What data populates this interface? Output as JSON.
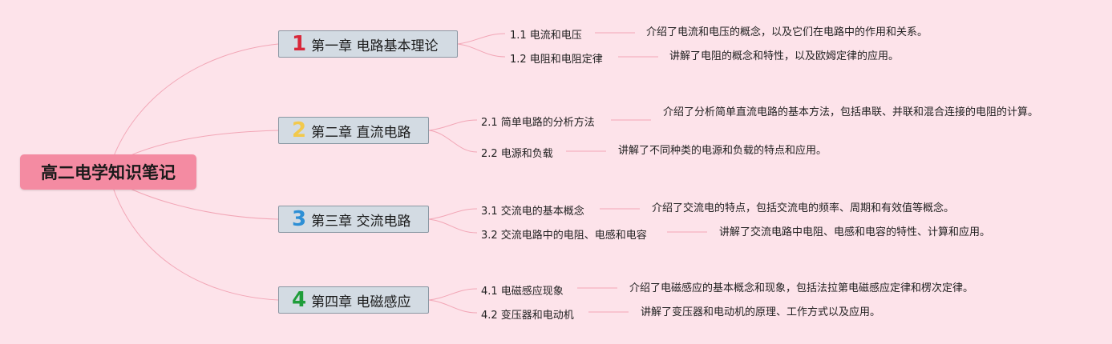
{
  "root": {
    "title": "高二电学知识笔记"
  },
  "chapters": [
    {
      "num": "1",
      "num_color": "#d8283a",
      "label": "第一章 电路基本理论",
      "sections": [
        {
          "title": "1.1 电流和电压",
          "desc": "介绍了电流和电压的概念，以及它们在电路中的作用和关系。"
        },
        {
          "title": "1.2 电阻和电阻定律",
          "desc": "讲解了电阻的概念和特性，以及欧姆定律的应用。"
        }
      ]
    },
    {
      "num": "2",
      "num_color": "#f2c94c",
      "label": "第二章 直流电路",
      "sections": [
        {
          "title": "2.1 简单电路的分析方法",
          "desc": "介绍了分析简单直流电路的基本方法，包括串联、并联和混合连接的电阻的计算。"
        },
        {
          "title": "2.2 电源和负载",
          "desc": "讲解了不同种类的电源和负载的特点和应用。"
        }
      ]
    },
    {
      "num": "3",
      "num_color": "#2d8fd5",
      "label": "第三章 交流电路",
      "sections": [
        {
          "title": "3.1 交流电的基本概念",
          "desc": "介绍了交流电的特点，包括交流电的频率、周期和有效值等概念。"
        },
        {
          "title": "3.2 交流电路中的电阻、电感和电容",
          "desc": "讲解了交流电路中电阻、电感和电容的特性、计算和应用。"
        }
      ]
    },
    {
      "num": "4",
      "num_color": "#1f9d3a",
      "label": "第四章 电磁感应",
      "sections": [
        {
          "title": "4.1 电磁感应现象",
          "desc": "介绍了电磁感应的基本概念和现象，包括法拉第电磁感应定律和楞次定律。"
        },
        {
          "title": "4.2 变压器和电动机",
          "desc": "讲解了变压器和电动机的原理、工作方式以及应用。"
        }
      ]
    }
  ],
  "colors": {
    "background": "#fde3ea",
    "connector": "#f2a6b6",
    "root_fill": "#f48ba2",
    "chapter_fill": "#d3dbe3"
  }
}
